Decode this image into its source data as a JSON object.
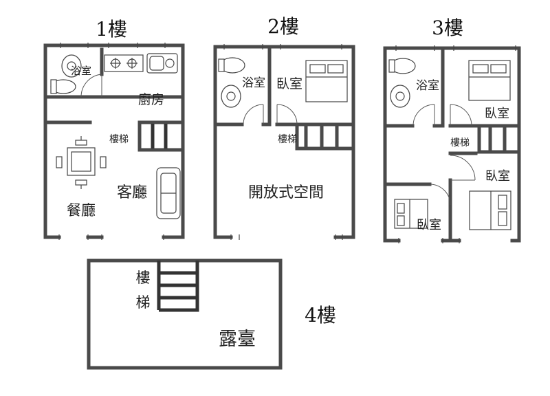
{
  "floor1": {
    "title": "1樓",
    "bathroom": "浴室",
    "kitchen": "廚房",
    "stairs": "樓梯",
    "living": "客廳",
    "dining": "餐廳"
  },
  "floor2": {
    "title": "2樓",
    "bathroom": "浴室",
    "bedroom": "臥室",
    "stairs": "樓梯",
    "open_space": "開放式空間"
  },
  "floor3": {
    "title": "3樓",
    "bathroom": "浴室",
    "bedroom_top": "臥室",
    "stairs": "樓梯",
    "bedroom_right": "臥室",
    "bedroom_left": "臥室"
  },
  "floor4": {
    "title": "4樓",
    "stairs_1": "樓",
    "stairs_2": "梯",
    "terrace": "露臺"
  },
  "colors": {
    "wall": "#4a4a4a",
    "line": "#444444"
  }
}
